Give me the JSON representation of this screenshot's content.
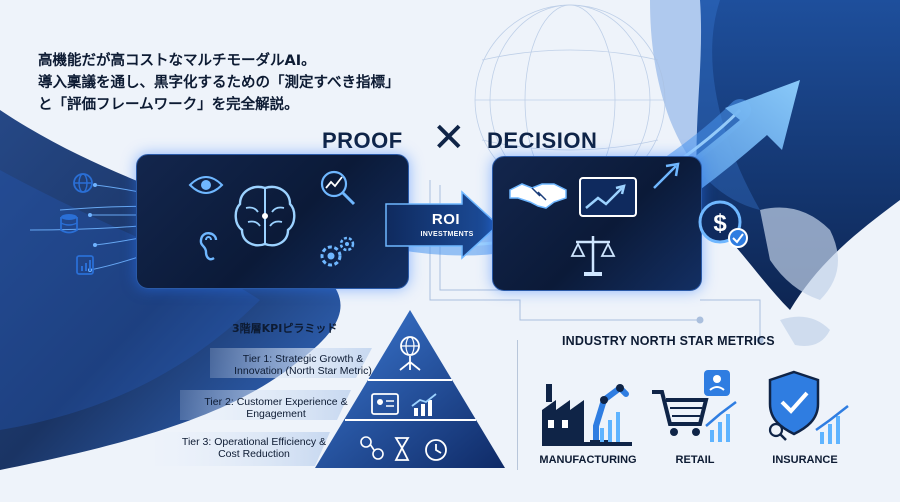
{
  "headline": {
    "line1": "高機能だが高コストなマルチモーダルAI。",
    "line2": "導入稟議を通し、黒字化するための「測定すべき指標」",
    "line3": "と「評価フレームワーク」を完全解説。"
  },
  "hero": {
    "proof_title": "PROOF",
    "times_symbol": "✕",
    "decision_title": "DECISION",
    "roi_label": "ROI",
    "roi_sub": "INVESTMENTS"
  },
  "pyramid": {
    "title": "3階層KPIピラミッド",
    "tiers": [
      {
        "label": "Tier 1: Strategic Growth & Innovation (North Star Metric)"
      },
      {
        "label": "Tier 2: Customer Experience & Engagement"
      },
      {
        "label": "Tier 3: Operational Efficiency & Cost Reduction"
      }
    ]
  },
  "industry": {
    "title": "INDUSTRY NORTH STAR METRICS",
    "items": [
      {
        "label": "MANUFACTURING",
        "icon": "factory-robot-arm-icon"
      },
      {
        "label": "RETAIL",
        "icon": "shopping-cart-icon"
      },
      {
        "label": "INSURANCE",
        "icon": "shield-check-icon"
      }
    ]
  },
  "colors": {
    "navy": "#0f2447",
    "accent_blue": "#2f7de1",
    "light_blue": "#5fb4ff",
    "panel": "#0f1f44"
  }
}
